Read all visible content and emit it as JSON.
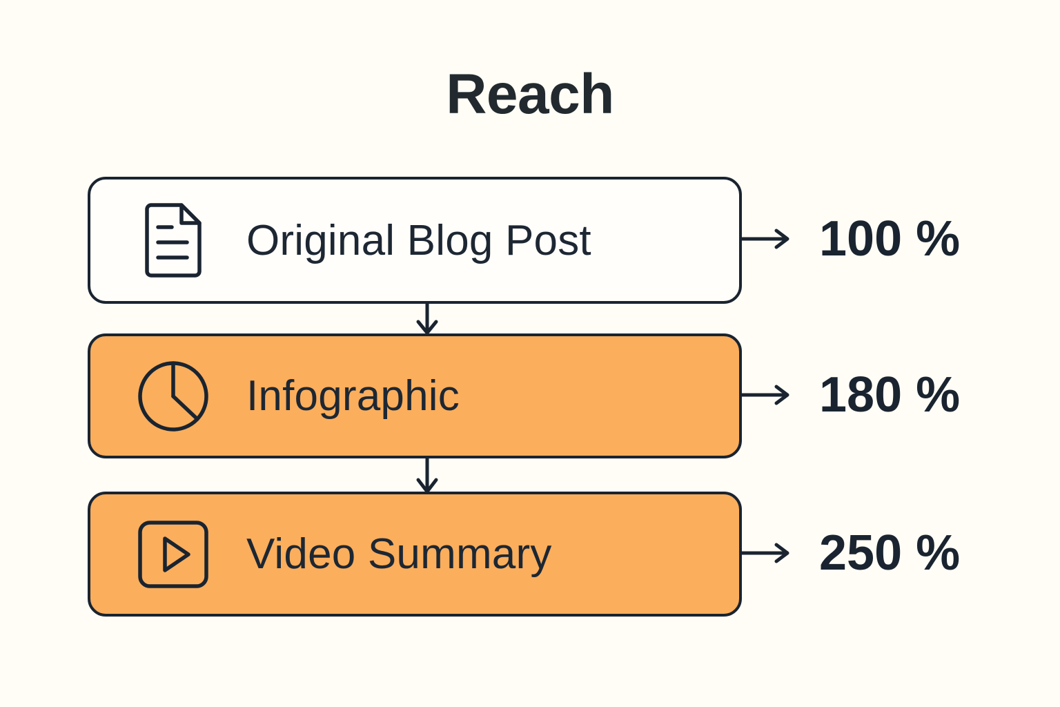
{
  "title": "Reach",
  "colors": {
    "background": "#FFFDF6",
    "ink": "#1A2430",
    "accent": "#FBAE5C",
    "plain_fill": "#FFFEFA",
    "title_ink": "#222A2F"
  },
  "chart_data": {
    "type": "bar",
    "title": "Reach",
    "categories": [
      "Original Blog Post",
      "Infographic",
      "Video Summary"
    ],
    "values": [
      100,
      180,
      250
    ],
    "value_labels": [
      "100 %",
      "180 %",
      "250 %"
    ],
    "unit": "%",
    "xlabel": "",
    "ylabel": "Reach",
    "grid": false,
    "legend": "none"
  },
  "steps": [
    {
      "label": "Original Blog Post",
      "value_label": "100 %",
      "icon": "document-icon",
      "highlighted": false
    },
    {
      "label": "Infographic",
      "value_label": "180 %",
      "icon": "pie-chart-icon",
      "highlighted": true
    },
    {
      "label": "Video Summary",
      "value_label": "250 %",
      "icon": "video-play-icon",
      "highlighted": true
    }
  ],
  "connectors": [
    {
      "name": "connector-blog-to-infographic"
    },
    {
      "name": "connector-infographic-to-video"
    }
  ]
}
